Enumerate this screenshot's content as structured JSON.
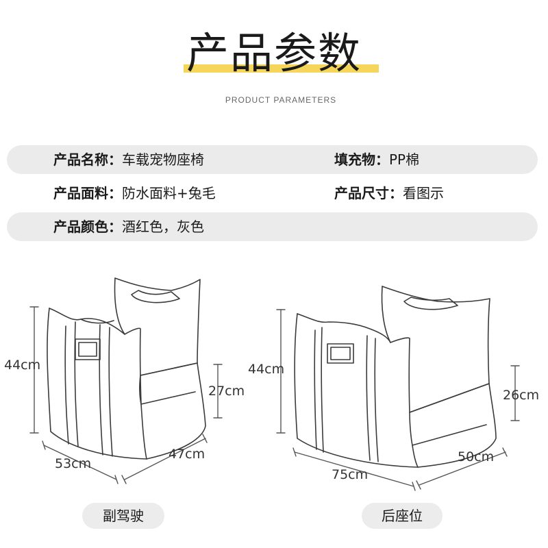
{
  "header": {
    "title": "产品参数",
    "subtitle": "PRODUCT PARAMETERS",
    "accent_color": "#f6d65a"
  },
  "params": {
    "name_label": "产品名称：",
    "name_value": "车载宠物座椅",
    "filling_label": "填充物：",
    "filling_value": "PP棉",
    "material_label": "产品面料：",
    "material_value": "防水面料+兔毛",
    "size_label": "产品尺寸：",
    "size_value": "看图示",
    "color_label": "产品颜色：",
    "color_value": "酒红色，灰色"
  },
  "front_seat": {
    "height": "44cm",
    "inner_height": "27cm",
    "width": "53cm",
    "depth": "47cm",
    "label": "副驾驶"
  },
  "rear_seat": {
    "height": "44cm",
    "inner_height": "26cm",
    "width": "75cm",
    "depth": "50cm",
    "label": "后座位"
  }
}
